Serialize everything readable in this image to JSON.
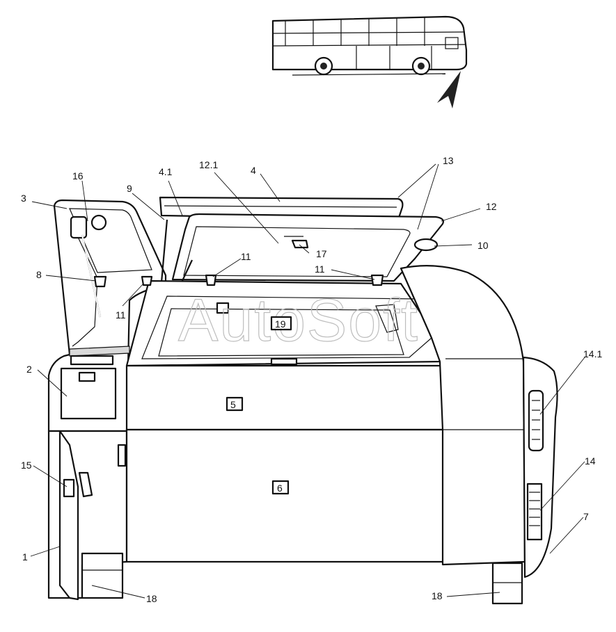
{
  "watermark": "AutoSoft",
  "callouts": {
    "c1": "1",
    "c2": "2",
    "c3": "3",
    "c4": "4",
    "c41": "4.1",
    "c5": "5",
    "c6": "6",
    "c7": "7",
    "c8": "8",
    "c9": "9",
    "c10": "10",
    "c11a": "11",
    "c11b": "11",
    "c11c": "11",
    "c12": "12",
    "c121": "12.1",
    "c13": "13",
    "c14": "14",
    "c141": "14.1",
    "c15": "15",
    "c16": "16",
    "c17": "17",
    "c18a": "18",
    "c18b": "18",
    "c19": "19"
  }
}
